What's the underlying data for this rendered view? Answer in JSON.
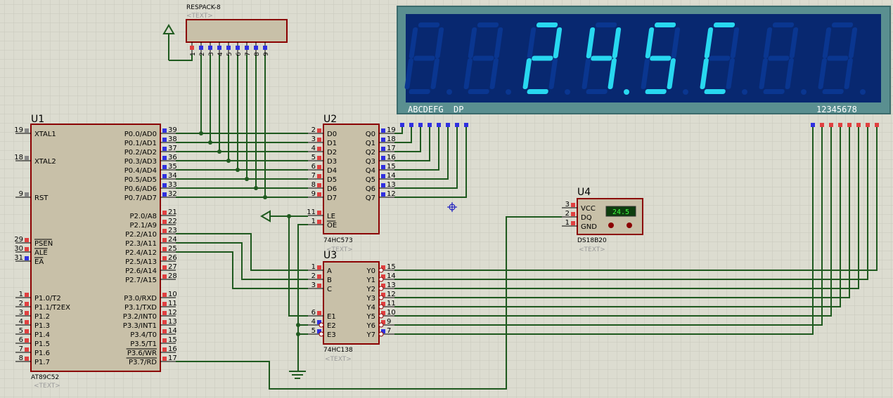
{
  "placeholder_text": "<TEXT>",
  "colors": {
    "background": "#dcdcd0",
    "grid": "#c8c8bc",
    "chip_fill": "#c8c0a8",
    "chip_border": "#8b0000",
    "wire": "#1f5a1f",
    "pin_red": "#e04040",
    "pin_blue": "#3030e0",
    "display_outer": "#5a8f90",
    "display_inner": "#082870",
    "segment_on": "#28d8f0",
    "segment_off": "#0a3690",
    "lcd_bg": "#0e3d0e",
    "lcd_fg": "#40ff40"
  },
  "u1": {
    "ref": "U1",
    "part": "AT89C52",
    "pins": {
      "xtal1": {
        "num": "19",
        "label": "XTAL1"
      },
      "xtal2": {
        "num": "18",
        "label": "XTAL2"
      },
      "rst": {
        "num": "9",
        "label": "RST"
      },
      "psen": {
        "num": "29",
        "label": "PSEN"
      },
      "ale": {
        "num": "30",
        "label": "ALE"
      },
      "ea": {
        "num": "31",
        "label": "EA"
      },
      "p1_0": {
        "num": "1",
        "label": "P1.0/T2"
      },
      "p1_1": {
        "num": "2",
        "label": "P1.1/T2EX"
      },
      "p1_2": {
        "num": "3",
        "label": "P1.2"
      },
      "p1_3": {
        "num": "4",
        "label": "P1.3"
      },
      "p1_4": {
        "num": "5",
        "label": "P1.4"
      },
      "p1_5": {
        "num": "6",
        "label": "P1.5"
      },
      "p1_6": {
        "num": "7",
        "label": "P1.6"
      },
      "p1_7": {
        "num": "8",
        "label": "P1.7"
      },
      "p0_0": {
        "num": "39",
        "label": "P0.0/AD0"
      },
      "p0_1": {
        "num": "38",
        "label": "P0.1/AD1"
      },
      "p0_2": {
        "num": "37",
        "label": "P0.2/AD2"
      },
      "p0_3": {
        "num": "36",
        "label": "P0.3/AD3"
      },
      "p0_4": {
        "num": "35",
        "label": "P0.4/AD4"
      },
      "p0_5": {
        "num": "34",
        "label": "P0.5/AD5"
      },
      "p0_6": {
        "num": "33",
        "label": "P0.6/AD6"
      },
      "p0_7": {
        "num": "32",
        "label": "P0.7/AD7"
      },
      "p2_0": {
        "num": "21",
        "label": "P2.0/A8"
      },
      "p2_1": {
        "num": "22",
        "label": "P2.1/A9"
      },
      "p2_2": {
        "num": "23",
        "label": "P2.2/A10"
      },
      "p2_3": {
        "num": "24",
        "label": "P2.3/A11"
      },
      "p2_4": {
        "num": "25",
        "label": "P2.4/A12"
      },
      "p2_5": {
        "num": "26",
        "label": "P2.5/A13"
      },
      "p2_6": {
        "num": "27",
        "label": "P2.6/A14"
      },
      "p2_7": {
        "num": "28",
        "label": "P2.7/A15"
      },
      "p3_0": {
        "num": "10",
        "label": "P3.0/RXD"
      },
      "p3_1": {
        "num": "11",
        "label": "P3.1/TXD"
      },
      "p3_2": {
        "num": "12",
        "label": "P3.2/INT0"
      },
      "p3_3": {
        "num": "13",
        "label": "P3.3/INT1"
      },
      "p3_4": {
        "num": "14",
        "label": "P3.4/T0"
      },
      "p3_5": {
        "num": "15",
        "label": "P3.5/T1"
      },
      "p3_6": {
        "num": "16",
        "label": "P3.6/WR"
      },
      "p3_7": {
        "num": "17",
        "label": "P3.7/RD"
      }
    }
  },
  "u2": {
    "ref": "U2",
    "part": "74HC573",
    "pins": {
      "d0": {
        "num": "2",
        "label": "D0"
      },
      "d1": {
        "num": "3",
        "label": "D1"
      },
      "d2": {
        "num": "4",
        "label": "D2"
      },
      "d3": {
        "num": "5",
        "label": "D3"
      },
      "d4": {
        "num": "6",
        "label": "D4"
      },
      "d5": {
        "num": "7",
        "label": "D5"
      },
      "d6": {
        "num": "8",
        "label": "D6"
      },
      "d7": {
        "num": "9",
        "label": "D7"
      },
      "le": {
        "num": "11",
        "label": "LE"
      },
      "oe": {
        "num": "1",
        "label": "OE"
      },
      "q0": {
        "num": "19",
        "label": "Q0"
      },
      "q1": {
        "num": "18",
        "label": "Q1"
      },
      "q2": {
        "num": "17",
        "label": "Q2"
      },
      "q3": {
        "num": "16",
        "label": "Q3"
      },
      "q4": {
        "num": "15",
        "label": "Q4"
      },
      "q5": {
        "num": "14",
        "label": "Q5"
      },
      "q6": {
        "num": "13",
        "label": "Q6"
      },
      "q7": {
        "num": "12",
        "label": "Q7"
      }
    }
  },
  "u3": {
    "ref": "U3",
    "part": "74HC138",
    "pins": {
      "a": {
        "num": "1",
        "label": "A"
      },
      "b": {
        "num": "2",
        "label": "B"
      },
      "c": {
        "num": "3",
        "label": "C"
      },
      "e1": {
        "num": "6",
        "label": "E1"
      },
      "e2": {
        "num": "4",
        "label": "E2"
      },
      "e3": {
        "num": "5",
        "label": "E3"
      },
      "y0": {
        "num": "15",
        "label": "Y0"
      },
      "y1": {
        "num": "14",
        "label": "Y1"
      },
      "y2": {
        "num": "13",
        "label": "Y2"
      },
      "y3": {
        "num": "12",
        "label": "Y3"
      },
      "y4": {
        "num": "11",
        "label": "Y4"
      },
      "y5": {
        "num": "10",
        "label": "Y5"
      },
      "y6": {
        "num": "9",
        "label": "Y6"
      },
      "y7": {
        "num": "7",
        "label": "Y7"
      }
    }
  },
  "u4": {
    "ref": "U4",
    "part": "DS18B20",
    "reading": "24.5",
    "pins": {
      "vcc": {
        "num": "3",
        "label": "VCC"
      },
      "dq": {
        "num": "2",
        "label": "DQ"
      },
      "gnd": {
        "num": "1",
        "label": "GND"
      }
    }
  },
  "respack": {
    "ref": "RESPACK-8",
    "pins": [
      "1",
      "2",
      "3",
      "4",
      "5",
      "6",
      "7",
      "8",
      "9"
    ]
  },
  "display": {
    "segment_labels": "ABCDEFG  DP",
    "digit_labels": "12345678",
    "text": "24.5C"
  }
}
